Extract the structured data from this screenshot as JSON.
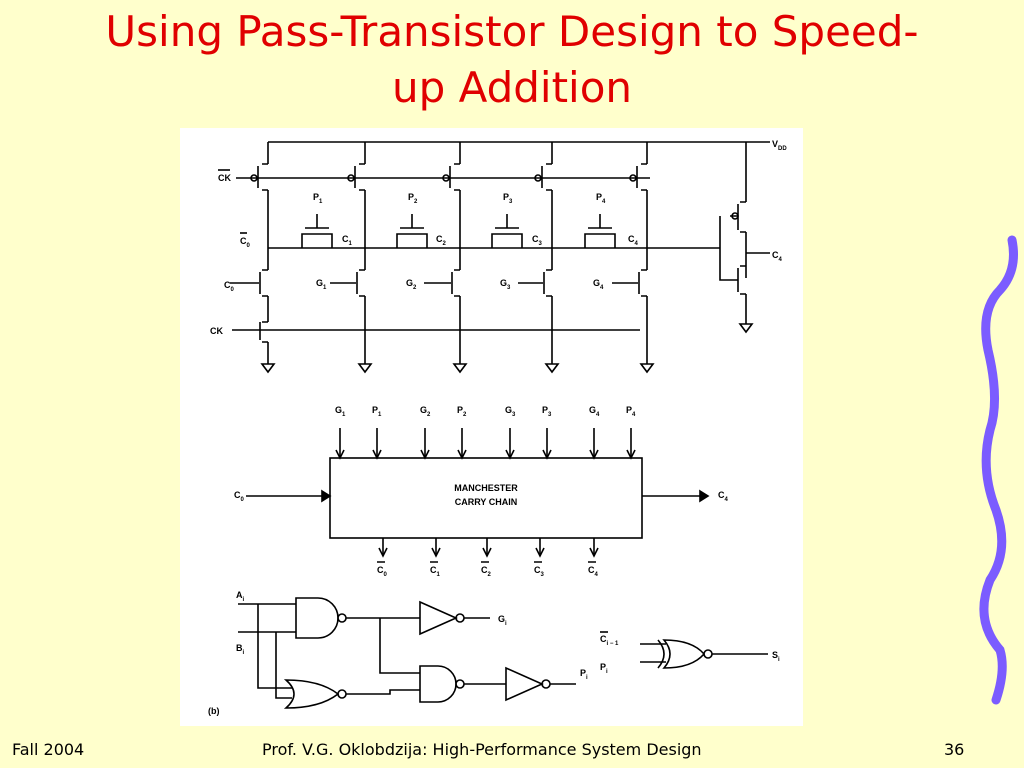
{
  "slide": {
    "title_line1": "Using Pass-Transistor Design to Speed-",
    "title_line2": "up Addition",
    "footer_left": "Fall 2004",
    "footer_center": "Prof. V.G. Oklobdzija: High-Performance System Design",
    "footer_right": "36",
    "colors": {
      "title": "#e00000",
      "background": "#ffffcc",
      "wave": "#7b5cff"
    }
  },
  "circuit": {
    "ck_bar": "CK",
    "vdd": "V",
    "vdd_sub": "DD",
    "c0_bar": "C",
    "c0_bar_sub": "0",
    "c0": "C",
    "c0_sub": "0",
    "ck": "CK",
    "c4_out": "C",
    "c4_out_sub": "4",
    "p_labels": [
      {
        "t": "P",
        "s": "1"
      },
      {
        "t": "P",
        "s": "2"
      },
      {
        "t": "P",
        "s": "3"
      },
      {
        "t": "P",
        "s": "4"
      }
    ],
    "g_labels": [
      {
        "t": "G",
        "s": "1"
      },
      {
        "t": "G",
        "s": "2"
      },
      {
        "t": "G",
        "s": "3"
      },
      {
        "t": "G",
        "s": "4"
      }
    ],
    "cbar_labels": [
      {
        "t": "C",
        "s": "1"
      },
      {
        "t": "C",
        "s": "2"
      },
      {
        "t": "C",
        "s": "3"
      },
      {
        "t": "C",
        "s": "4"
      }
    ]
  },
  "block": {
    "name_line1": "MANCHESTER",
    "name_line2": "CARRY CHAIN",
    "inputs": [
      {
        "t": "G",
        "s": "1"
      },
      {
        "t": "P",
        "s": "1"
      },
      {
        "t": "G",
        "s": "2"
      },
      {
        "t": "P",
        "s": "2"
      },
      {
        "t": "G",
        "s": "3"
      },
      {
        "t": "P",
        "s": "3"
      },
      {
        "t": "G",
        "s": "4"
      },
      {
        "t": "P",
        "s": "4"
      }
    ],
    "outputs": [
      {
        "t": "C",
        "s": "0"
      },
      {
        "t": "C",
        "s": "1"
      },
      {
        "t": "C",
        "s": "2"
      },
      {
        "t": "C",
        "s": "3"
      },
      {
        "t": "C",
        "s": "4"
      }
    ],
    "cin": "C",
    "cin_sub": "0",
    "cout": "C",
    "cout_sub": "4"
  },
  "gates": {
    "a": "A",
    "a_sub": "i",
    "b": "B",
    "b_sub": "i",
    "g_out": "G",
    "g_out_sub": "i",
    "p_out": "P",
    "p_out_sub": "i",
    "c_in": "C",
    "c_in_sub": "i − 1",
    "p_in": "P",
    "p_in_sub": "i",
    "s_out": "S",
    "s_out_sub": "i",
    "panel": "(b)"
  }
}
